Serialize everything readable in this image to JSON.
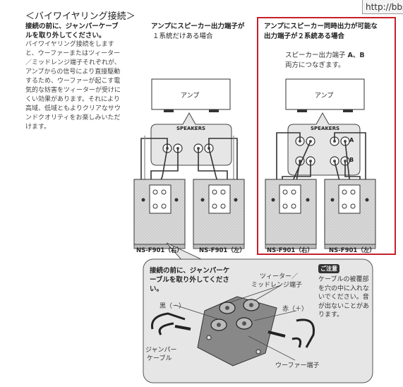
{
  "browser": {
    "url_fragment": "http://bbs"
  },
  "heading": "＜バイワイヤリング接続＞",
  "intro": {
    "bold": "接続の前に、ジャンパーケーブルを取り外してください。",
    "body": "バイワイヤリング接続をしますと、ウーファーまたはツィーター／ミッドレンジ端子それぞれが、アンプからの信号により直接駆動するため、ウーファーが起こす電気的な妨害をツィーターが受けにくい効果があります。それにより高域、低域ともよりクリアなサウンドクオリティをお楽しみいただけます。"
  },
  "left_diagram": {
    "title_line1": "アンプにスピーカー出力端子が",
    "title_line2": "１系統だけある場合",
    "amp_label": "アンプ",
    "speakers_label": "SPEAKERS",
    "speaker_right": "NS-F901（右）",
    "speaker_left": "NS-F901（左）"
  },
  "right_diagram": {
    "title_line1": "アンプにスピーカー同時出力が可能な",
    "title_line2": "出力端子が２系統ある場合",
    "note_line1_prefix": "スピーカー出力端子 ",
    "note_line1_bold": "A、B",
    "note_line2": "両方につなぎます。",
    "amp_label": "アンプ",
    "speakers_label": "SPEAKERS",
    "term_a": "A",
    "term_b": "B",
    "speaker_right": "NS-F901（右）",
    "speaker_left": "NS-F901（左）"
  },
  "callout": {
    "title": "接続の前に、ジャンパーケーブルを取り外してください。",
    "label_tweeter_1": "ツィーター／",
    "label_tweeter_2": "ミッドレンジ端子",
    "label_black": "黒（－）",
    "label_red": "赤（＋）",
    "label_jumper_1": "ジャンパー",
    "label_jumper_2": "ケーブル",
    "label_woofer": "ウーファー端子"
  },
  "caution": {
    "badge": "ご注意",
    "text": "ケーブルの被覆部を穴の中に入れないでください。音が出ないことがあります。"
  }
}
